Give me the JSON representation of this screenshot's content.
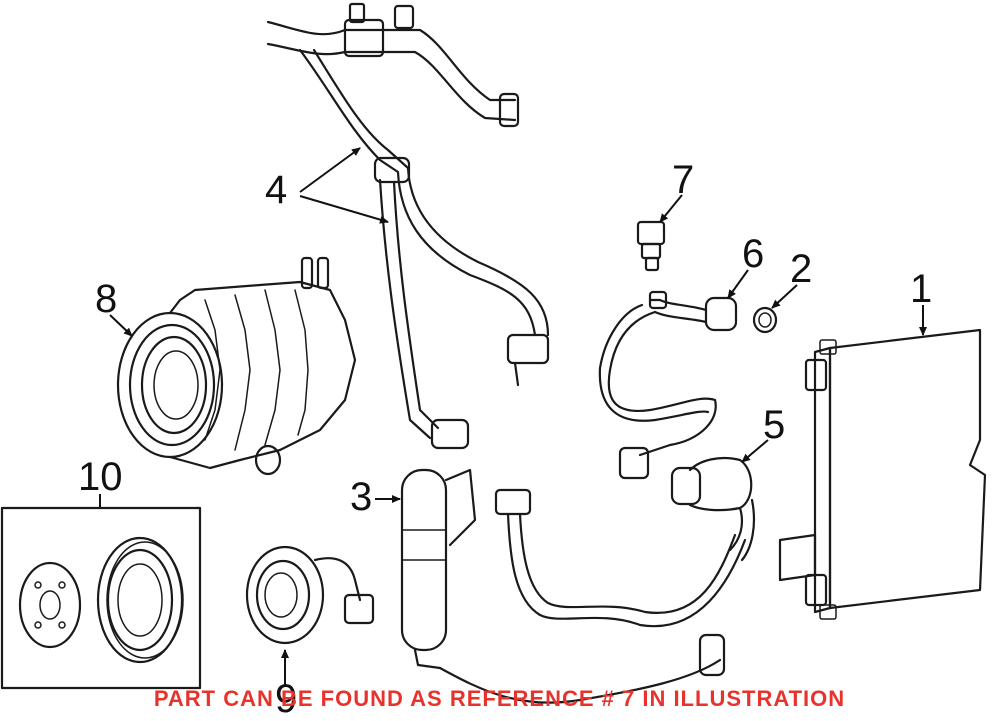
{
  "callouts": [
    "1",
    "2",
    "3",
    "4",
    "5",
    "6",
    "7",
    "8",
    "9",
    "10"
  ],
  "notice": "PART CAN BE FOUND AS REFERENCE # 7 IN ILLUSTRATION",
  "colors": {
    "line": "#1a1a1a",
    "notice": "#e8332d",
    "background": "#ffffff"
  }
}
